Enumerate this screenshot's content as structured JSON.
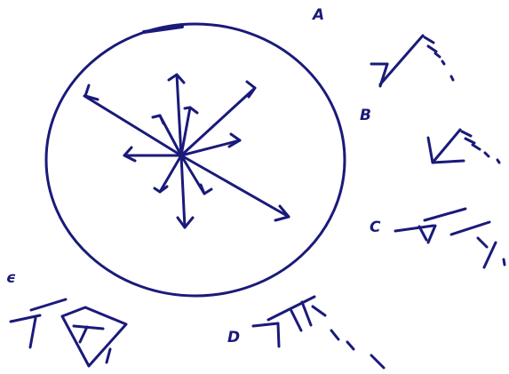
{
  "labels": {
    "a": "A",
    "b": "B",
    "c": "C",
    "d": "D",
    "e": "ϵ"
  },
  "colors": {
    "ink": "#1a1a7a",
    "background": "#ffffff"
  }
}
